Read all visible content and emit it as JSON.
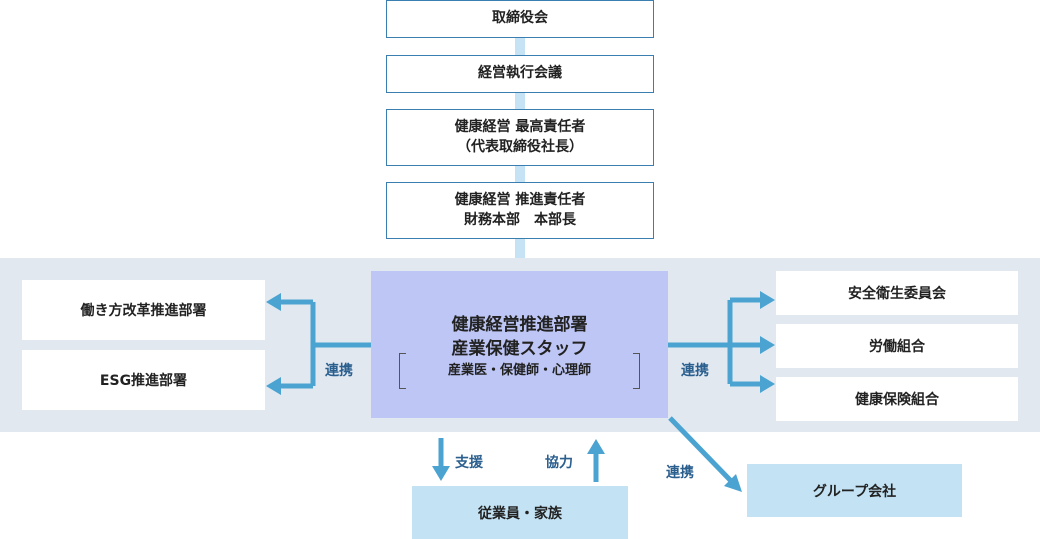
{
  "hierarchy": {
    "board": "取締役会",
    "management_meeting": "経営執行会議",
    "chief_officer": [
      "健康経営 最高責任者",
      "（代表取締役社長）"
    ],
    "promotion_officer": [
      "健康経営 推進責任者",
      "財務本部　本部長"
    ]
  },
  "center": {
    "title_lines": [
      "健康経営推進部署",
      "産業保健スタッフ"
    ],
    "staff": "産業医・保健師・心理師"
  },
  "left_boxes": [
    "働き方改革推進部署",
    "ESG推進部署"
  ],
  "right_boxes": [
    "安全衛生委員会",
    "労働組合",
    "健康保険組合"
  ],
  "bottom": {
    "employees": "従業員・家族",
    "group": "グループ会社"
  },
  "labels": {
    "left_link": "連携",
    "right_link": "連携",
    "support": "支援",
    "cooperation": "協力",
    "group_link": "連携"
  },
  "colors": {
    "arrow": "#4aa3d0",
    "center": "#bdc6f5",
    "band": "#e1e8f0",
    "light_box": "#c3e3f4"
  }
}
